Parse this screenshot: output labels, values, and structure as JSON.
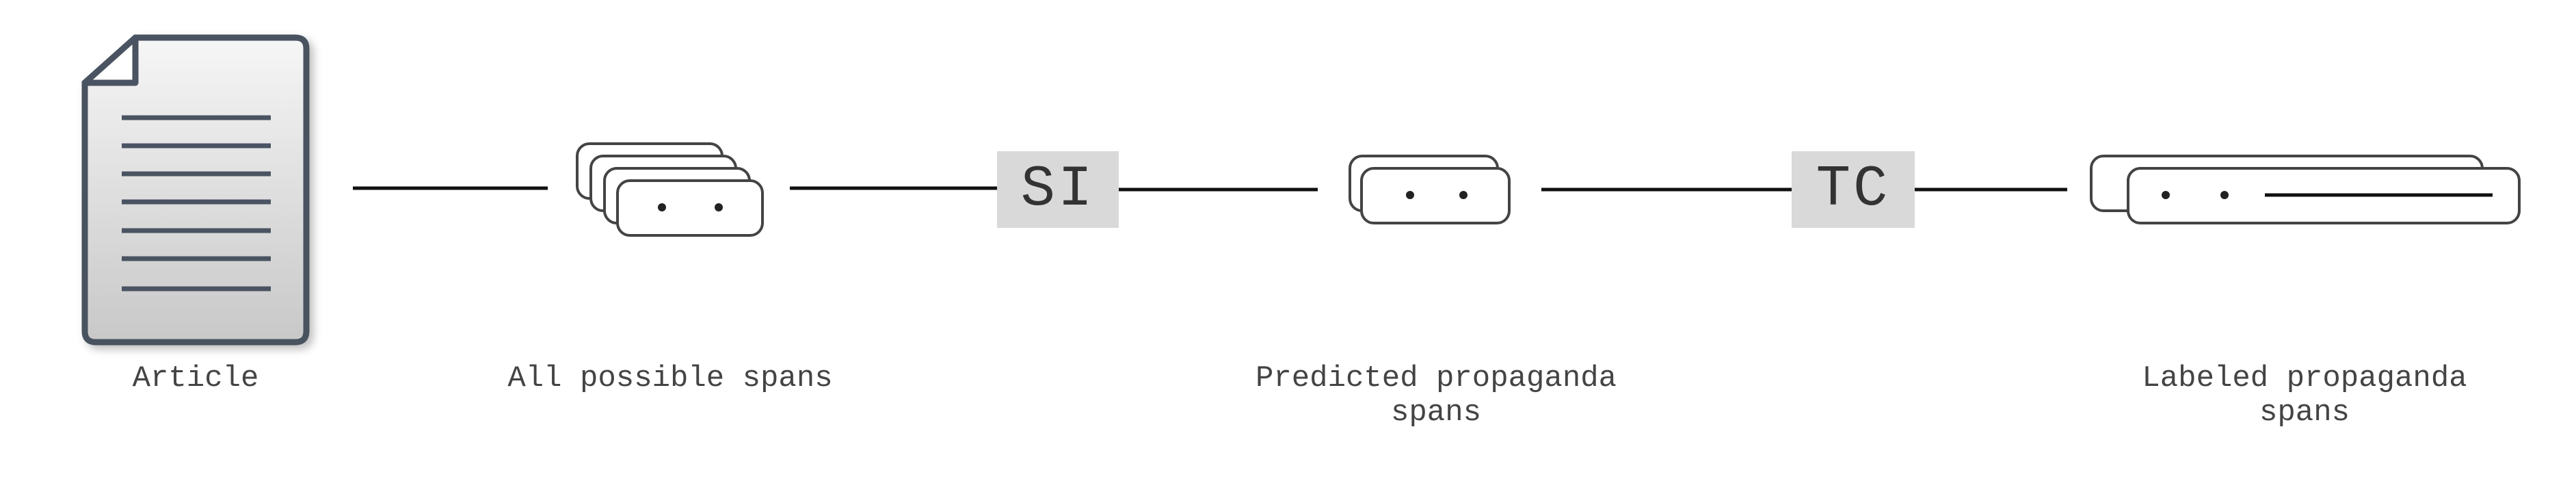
{
  "nodes": {
    "article": {
      "caption": "Article",
      "icon": "document-icon"
    },
    "all_spans": {
      "caption": "All possible spans",
      "icon": "span-stack-icon"
    },
    "predicted_spans": {
      "caption": "Predicted propaganda\nspans",
      "icon": "span-pair-icon"
    },
    "labeled_spans": {
      "caption": "Labeled propaganda\nspans",
      "icon": "labeled-span-icon"
    }
  },
  "stages": {
    "si": {
      "label": "SI"
    },
    "tc": {
      "label": "TC"
    }
  },
  "colors": {
    "document_stroke": "#4a5361",
    "document_fill_light": "#f5f5f5",
    "document_fill_dark": "#c9c9c9",
    "stage_fill": "#d9d9d9",
    "line": "#111111",
    "span_stroke": "#444444"
  }
}
